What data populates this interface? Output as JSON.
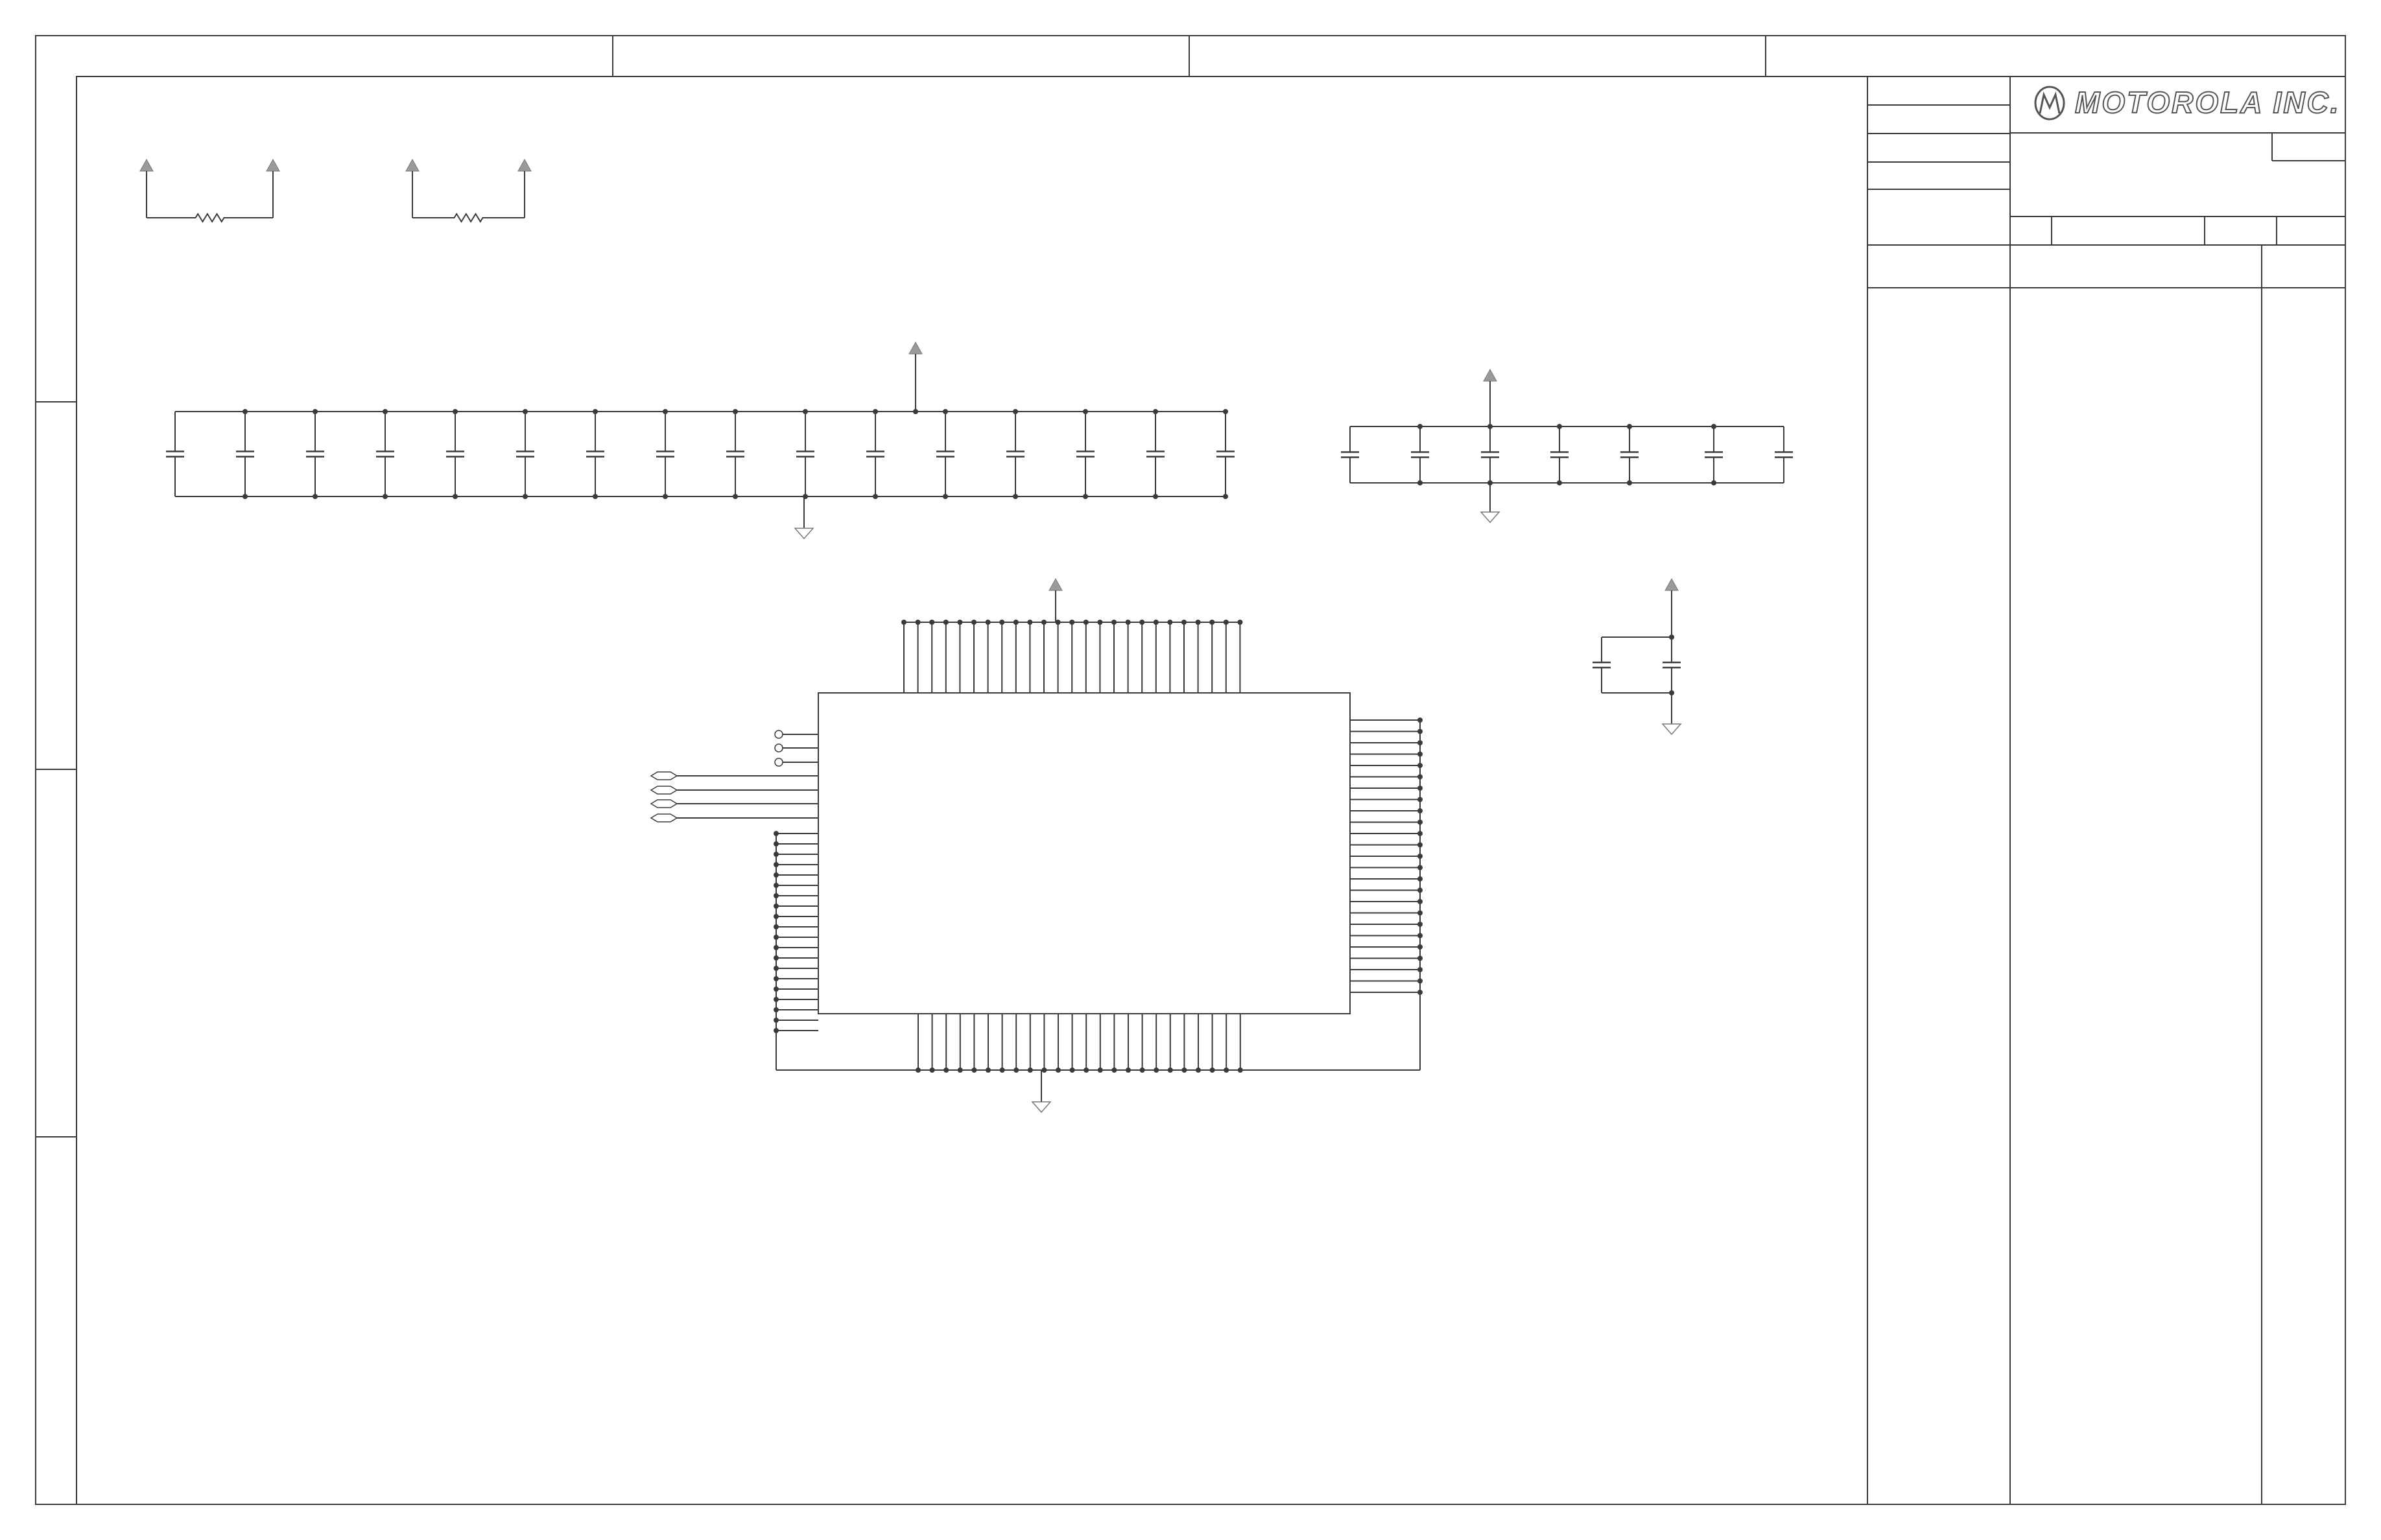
{
  "title_block": {
    "company_logo_text": "MOTOROLA INC.",
    "logo_icon": "motorola-batwing-icon"
  },
  "colors": {
    "line": "#3a3a3a",
    "power_arrow": "#9a9a9a",
    "background": "#ffffff"
  },
  "schematic": {
    "symbols": {
      "power": "power-arrow-icon",
      "ground": "ground-symbol-icon",
      "resistor": "resistor-icon",
      "capacitor": "capacitor-icon",
      "bidirectional_port": "bidirectional-port-icon",
      "test_point": "test-point-icon"
    },
    "ic": {
      "top_pins": 25,
      "bottom_pins": 24,
      "right_pins": 25,
      "left_pins": 20,
      "left_test_points": 3,
      "left_bidir_ports": 4
    },
    "decoupling_bank_a": {
      "capacitor_count": 16
    },
    "decoupling_bank_b": {
      "capacitor_count": 7
    },
    "decoupling_bank_c": {
      "capacitor_count": 2
    },
    "pullup_resistors": {
      "count": 2
    }
  }
}
